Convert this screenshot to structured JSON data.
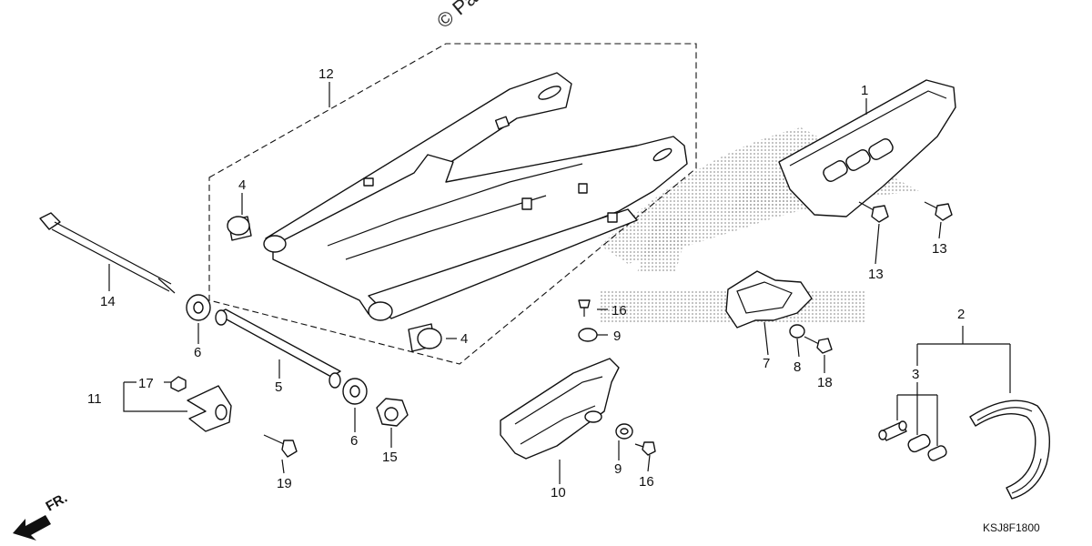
{
  "watermark": "© Pa",
  "diagram_code": "KSJ8F1800",
  "front_indicator": "FR.",
  "callouts": {
    "p1": "1",
    "p2": "2",
    "p3": "3",
    "p4a": "4",
    "p4b": "4",
    "p5": "5",
    "p6a": "6",
    "p6b": "6",
    "p7": "7",
    "p8": "8",
    "p9a": "9",
    "p9b": "9",
    "p10": "10",
    "p11": "11",
    "p12": "12",
    "p13a": "13",
    "p13b": "13",
    "p14": "14",
    "p15": "15",
    "p16a": "16",
    "p16b": "16",
    "p17": "17",
    "p18": "18",
    "p19": "19"
  },
  "colors": {
    "line": "#111111",
    "background": "#ffffff",
    "logo_dots": "#9a9a9a"
  }
}
